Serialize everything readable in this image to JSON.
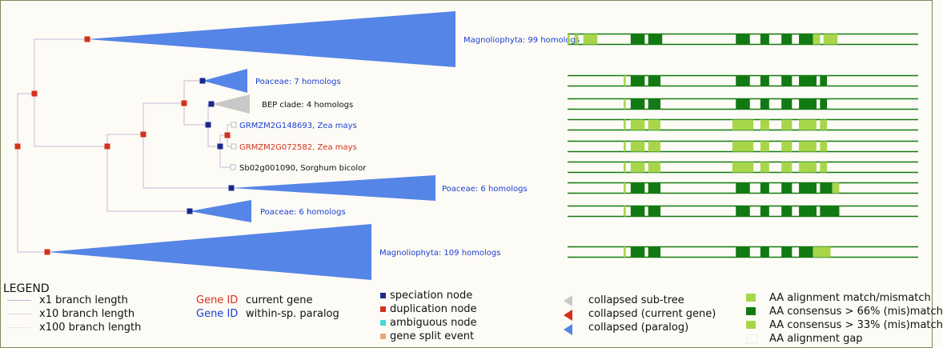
{
  "tree": {
    "labels": {
      "magnoliophyta_99": "Magnoliophyta: 99 homologs",
      "poaceae_7": "Poaceae: 7 homologs",
      "bep_clade": "BEP clade: 4 homologs",
      "grmzm_148693": "GRMZM2G148693, Zea mays",
      "grmzm_072582": "GRMZM2G072582, Zea mays",
      "sb02": "Sb02g001090, Sorghum bicolor",
      "poaceae_6a": "Poaceae: 6 homologs",
      "poaceae_6b": "Poaceae: 6 homologs",
      "magnoliophyta_109": "Magnoliophyta: 109 homologs"
    },
    "colors": {
      "paralog": "#1a3fd6",
      "current": "#d4311b",
      "default": "#111111",
      "dup_node": "#d4311b",
      "spec_node": "#1b2a8a",
      "ambig_node": "#48d8d8",
      "split_node": "#e8a87c",
      "collapsed_paralog": "#5585e6",
      "collapsed_subtree": "#c8c8c8",
      "branch": "#c8b8d8"
    }
  },
  "alignment": {
    "colors": {
      "dark": "#127a12",
      "light": "#a8d64a",
      "line": "#127a12"
    },
    "rows": [
      {
        "key": "magnoliophyta_99",
        "segments": [
          [
            "light",
            0.0,
            0.006
          ],
          [
            "light",
            0.02,
            0.01
          ],
          [
            "light",
            0.045,
            0.04
          ],
          [
            "dark",
            0.18,
            0.04
          ],
          [
            "dark",
            0.23,
            0.04
          ],
          [
            "dark",
            0.48,
            0.04
          ],
          [
            "dark",
            0.55,
            0.025
          ],
          [
            "dark",
            0.61,
            0.03
          ],
          [
            "dark",
            0.66,
            0.04
          ],
          [
            "light",
            0.7,
            0.02
          ],
          [
            "light",
            0.73,
            0.04
          ]
        ]
      },
      {
        "key": "poaceae_7",
        "segments": [
          [
            "light",
            0.16,
            0.006
          ],
          [
            "dark",
            0.18,
            0.04
          ],
          [
            "dark",
            0.23,
            0.035
          ],
          [
            "dark",
            0.48,
            0.04
          ],
          [
            "dark",
            0.55,
            0.025
          ],
          [
            "dark",
            0.61,
            0.03
          ],
          [
            "dark",
            0.66,
            0.05
          ],
          [
            "dark",
            0.72,
            0.02
          ]
        ]
      },
      {
        "key": "bep_clade",
        "segments": [
          [
            "light",
            0.16,
            0.006
          ],
          [
            "dark",
            0.18,
            0.04
          ],
          [
            "dark",
            0.23,
            0.035
          ],
          [
            "dark",
            0.48,
            0.04
          ],
          [
            "dark",
            0.55,
            0.025
          ],
          [
            "dark",
            0.61,
            0.03
          ],
          [
            "dark",
            0.66,
            0.05
          ],
          [
            "dark",
            0.72,
            0.02
          ]
        ]
      },
      {
        "key": "grmzm_148693",
        "segments": [
          [
            "light",
            0.16,
            0.006
          ],
          [
            "light",
            0.18,
            0.04
          ],
          [
            "light",
            0.23,
            0.035
          ],
          [
            "light",
            0.47,
            0.06
          ],
          [
            "light",
            0.55,
            0.025
          ],
          [
            "light",
            0.61,
            0.03
          ],
          [
            "light",
            0.66,
            0.05
          ],
          [
            "light",
            0.72,
            0.02
          ]
        ]
      },
      {
        "key": "grmzm_072582",
        "segments": [
          [
            "light",
            0.16,
            0.006
          ],
          [
            "light",
            0.18,
            0.04
          ],
          [
            "light",
            0.23,
            0.035
          ],
          [
            "light",
            0.47,
            0.06
          ],
          [
            "light",
            0.55,
            0.025
          ],
          [
            "light",
            0.61,
            0.03
          ],
          [
            "light",
            0.66,
            0.05
          ],
          [
            "light",
            0.72,
            0.02
          ]
        ]
      },
      {
        "key": "sb02",
        "segments": [
          [
            "light",
            0.16,
            0.006
          ],
          [
            "light",
            0.18,
            0.04
          ],
          [
            "light",
            0.23,
            0.035
          ],
          [
            "light",
            0.47,
            0.06
          ],
          [
            "light",
            0.55,
            0.025
          ],
          [
            "light",
            0.61,
            0.03
          ],
          [
            "light",
            0.66,
            0.05
          ],
          [
            "light",
            0.72,
            0.02
          ]
        ]
      },
      {
        "key": "poaceae_6a",
        "segments": [
          [
            "light",
            0.16,
            0.006
          ],
          [
            "dark",
            0.18,
            0.04
          ],
          [
            "dark",
            0.23,
            0.035
          ],
          [
            "dark",
            0.48,
            0.04
          ],
          [
            "dark",
            0.55,
            0.025
          ],
          [
            "dark",
            0.61,
            0.03
          ],
          [
            "dark",
            0.66,
            0.05
          ],
          [
            "dark",
            0.72,
            0.035
          ],
          [
            "light",
            0.755,
            0.02
          ]
        ]
      },
      {
        "key": "poaceae_6b",
        "segments": [
          [
            "light",
            0.16,
            0.006
          ],
          [
            "dark",
            0.18,
            0.04
          ],
          [
            "dark",
            0.23,
            0.035
          ],
          [
            "dark",
            0.48,
            0.04
          ],
          [
            "dark",
            0.55,
            0.025
          ],
          [
            "dark",
            0.61,
            0.03
          ],
          [
            "dark",
            0.66,
            0.05
          ],
          [
            "dark",
            0.72,
            0.055
          ]
        ]
      },
      {
        "key": "magnoliophyta_109",
        "segments": [
          [
            "light",
            0.16,
            0.006
          ],
          [
            "dark",
            0.18,
            0.04
          ],
          [
            "dark",
            0.23,
            0.035
          ],
          [
            "dark",
            0.48,
            0.04
          ],
          [
            "dark",
            0.55,
            0.025
          ],
          [
            "dark",
            0.61,
            0.03
          ],
          [
            "dark",
            0.66,
            0.04
          ],
          [
            "light",
            0.7,
            0.05
          ]
        ]
      }
    ]
  },
  "legend": {
    "title": "LEGEND",
    "branch": [
      "x1 branch length",
      "x10 branch length",
      "x100 branch length"
    ],
    "gene_id_label": "Gene ID",
    "current_gene": "current gene",
    "paralog": "within-sp. paralog",
    "nodes": [
      "speciation node",
      "duplication node",
      "ambiguous node",
      "gene split event"
    ],
    "collapsed": [
      "collapsed sub-tree",
      "collapsed (current gene)",
      "collapsed (paralog)"
    ],
    "aa": [
      "AA alignment match/mismatch",
      "AA consensus > 66% (mis)match",
      "AA consensus > 33% (mis)match",
      "AA alignment gap"
    ]
  }
}
